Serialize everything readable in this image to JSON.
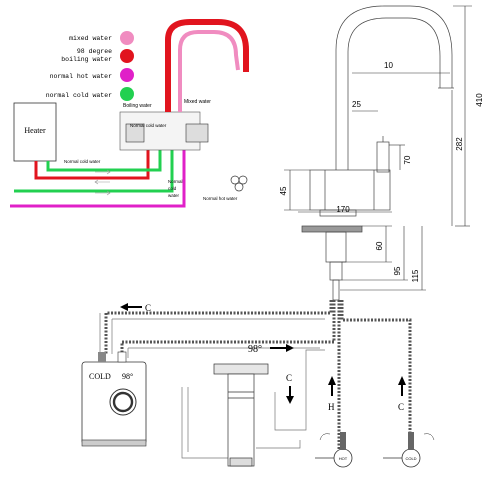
{
  "legend": {
    "items": [
      {
        "label": "mixed water",
        "color": "#f08cc0"
      },
      {
        "label": "98 degree\nboiling water",
        "color": "#e1141e"
      },
      {
        "label": "normal hot water",
        "color": "#e020c8"
      },
      {
        "label": "normal cold water",
        "color": "#22d050"
      }
    ]
  },
  "inset": {
    "heater_label": "Heater",
    "boiling_water": "Boiling water",
    "mixed_water": "Mixed water",
    "normal_cold_water_top": "Normal cold water",
    "normal_cold_water_left": "Normal cold water",
    "normal_cold_water_bottom": "Normal\ncold\nwater",
    "normal_hot_water": "Normal hot water"
  },
  "dimensions": {
    "spout_height": "410",
    "spout_reach": "282",
    "outlet": "10",
    "spout_dia": "25",
    "handle": "70",
    "body_height": "45",
    "body_width": "170",
    "shank_60": "60",
    "shank_95": "95",
    "shank_115": "115"
  },
  "lower": {
    "cold_arrow_top": "C",
    "boiler_cold": "COLD",
    "boiler_98": "98°",
    "flow_98": "98°",
    "filter_c": "C",
    "hot_h": "H",
    "cold_c": "C",
    "valve_hot": "HOT",
    "valve_cold": "COLD"
  }
}
